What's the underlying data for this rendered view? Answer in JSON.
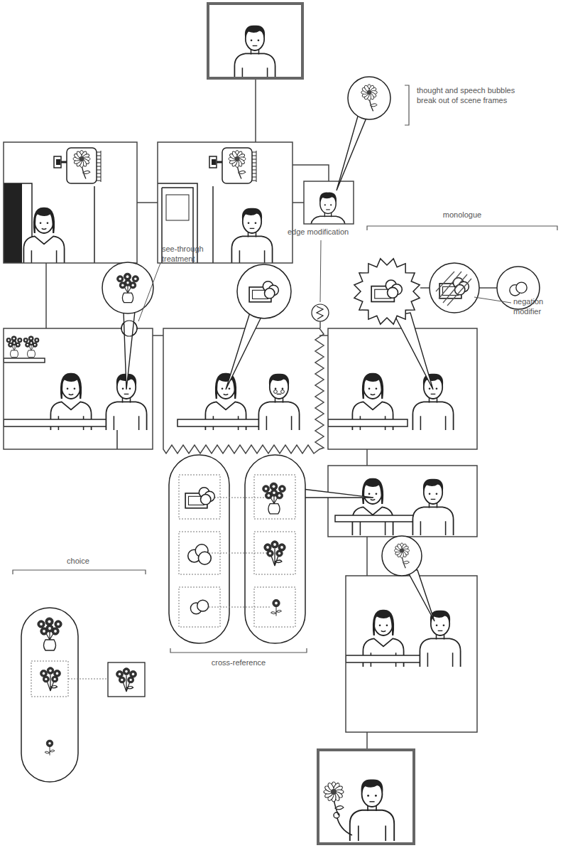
{
  "diagram": {
    "labels": [
      "thought and speech bubbles break out of scene frames",
      "monologue",
      "edge modification",
      "see-through treatment",
      "negation modifier",
      "choice",
      "cross-reference"
    ]
  }
}
